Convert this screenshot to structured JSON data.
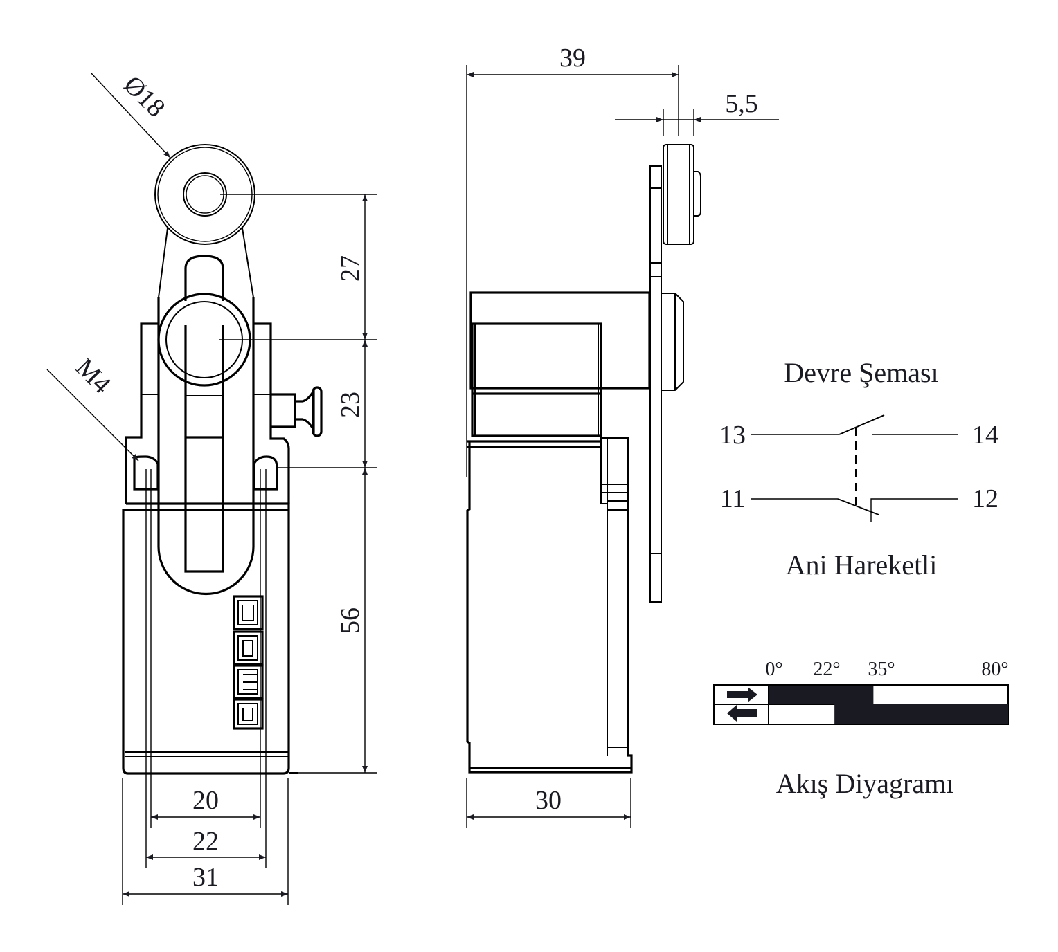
{
  "drawing": {
    "front_view": {
      "dimensions": {
        "roller_diameter": "Ø18",
        "thread": "M4",
        "upper_vertical": "27",
        "middle_vertical": "23",
        "lower_vertical": "56",
        "hole_spacing_inner": "20",
        "hole_spacing_outer": "22",
        "body_width": "31"
      },
      "logo_text": "emas"
    },
    "side_view": {
      "dimensions": {
        "overall_depth": "39",
        "roller_width": "5,5",
        "body_depth": "30"
      }
    },
    "circuit": {
      "title": "Devre Şeması",
      "subtitle": "Ani Hareketli",
      "terminals": {
        "t13": "13",
        "t14": "14",
        "t11": "11",
        "t12": "12"
      }
    },
    "flow": {
      "title": "Akış Diyagramı",
      "angles": [
        "0°",
        "22°",
        "35°",
        "80°"
      ],
      "forward_closed_range": [
        0,
        35
      ],
      "return_closed_range": [
        22,
        80
      ],
      "angle_span": [
        0,
        80
      ],
      "forward_icon": "arrow-right-icon",
      "return_icon": "arrow-left-icon"
    },
    "colors": {
      "ink": "#1a1a22",
      "background": "#ffffff"
    }
  }
}
